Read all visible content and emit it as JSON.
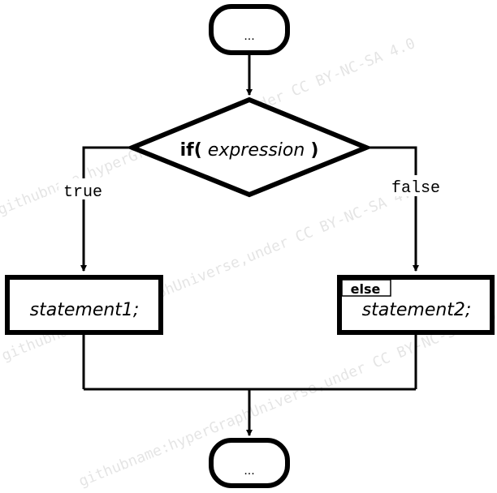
{
  "flowchart": {
    "start": {
      "label": "..."
    },
    "decision": {
      "keyword": "if(",
      "condition": "expression",
      "close": ")"
    },
    "branch_true": {
      "label": "true",
      "statement": "statement1;"
    },
    "branch_false": {
      "label": "false",
      "statement": "statement2;",
      "tag": "else"
    },
    "end": {
      "label": "..."
    }
  },
  "watermark": {
    "text": "githubname:hyperGraphUniverse,under CC BY-NC-SA 4.0"
  }
}
